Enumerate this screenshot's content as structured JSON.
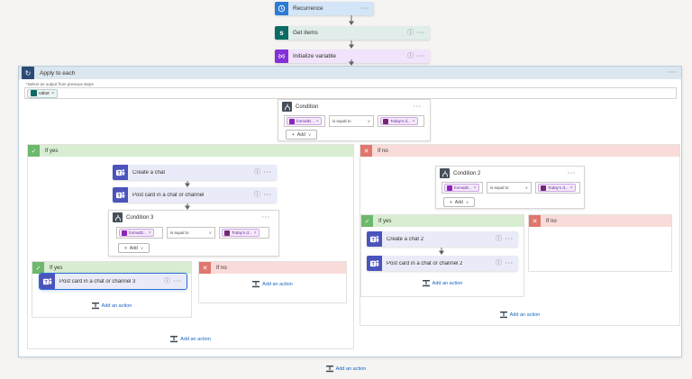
{
  "flow": {
    "trigger": {
      "title": "Recurrence"
    },
    "get_items": {
      "title": "Get items"
    },
    "init_variable": {
      "title": "Initialize variable"
    },
    "apply_to_each": {
      "title": "Apply to each",
      "select_label": "*Select an output from previous steps",
      "token_label": "value"
    },
    "condition_1": {
      "title": "Condition"
    },
    "condition_2": {
      "title": "Condition 2"
    },
    "condition_3": {
      "title": "Condition 3"
    },
    "condition_fields": {
      "left_operand": "formatD...",
      "operator": "is equal to",
      "right_operand": "Today's d...",
      "add_label": "Add"
    },
    "branch_labels": {
      "yes": "If yes",
      "no": "If no"
    },
    "actions": {
      "create_chat": {
        "title": "Create a chat"
      },
      "post_card": {
        "title": "Post card in a chat or channel"
      },
      "post_card_3": {
        "title": "Post card in a chat or channel 3"
      },
      "create_chat_2": {
        "title": "Create a chat 2"
      },
      "post_card_2": {
        "title": "Post card in a chat or channel 2"
      }
    },
    "add_action_label": "Add an action"
  },
  "icons": {
    "more": "···",
    "info": "ⓘ",
    "remove": "×",
    "chevron": "∨",
    "plus": "+",
    "loop": "↻",
    "check": "✓",
    "cross": "✕",
    "sharepoint": "s",
    "variable": "{x}"
  },
  "colors": {
    "teams_brand": "#4b53bc",
    "recurrence_blue": "#2b7cd3",
    "sharepoint_teal": "#0b6a63",
    "variable_purple": "#8331d8",
    "loop_navy": "#2c4a74",
    "condition_slate": "#454f59",
    "if_yes_green": "#6cb86c",
    "if_no_red": "#e0766e",
    "link_blue": "#1665c0",
    "token_purple": "#8e23b8",
    "token_purple_dark": "#742774"
  }
}
